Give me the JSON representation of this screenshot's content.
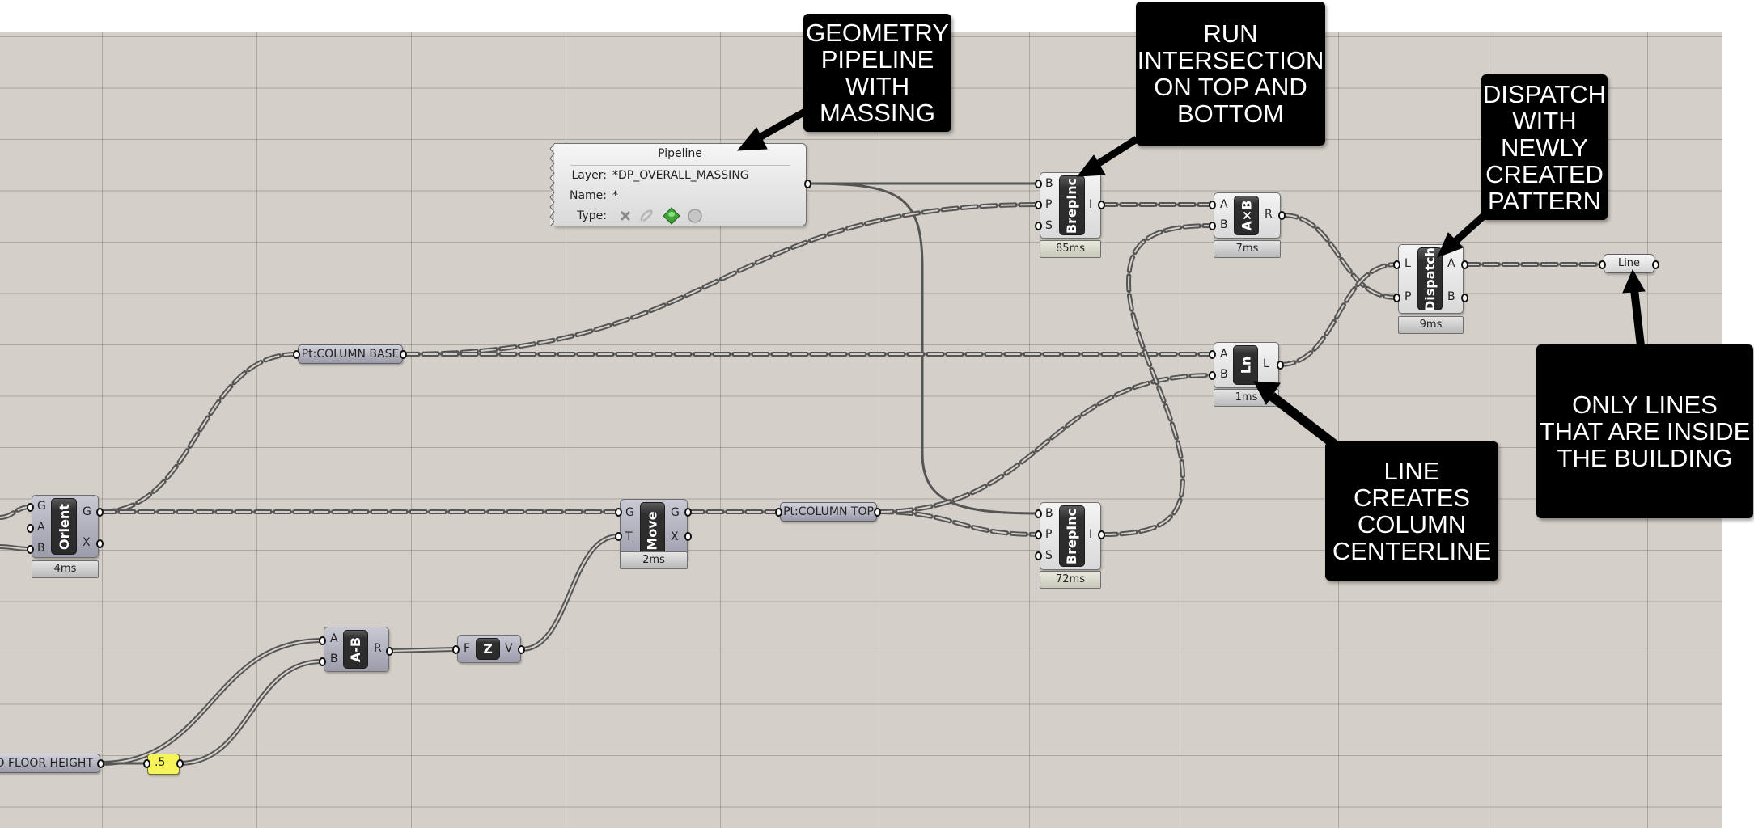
{
  "canvas": {
    "background_color": "#d4cfc8",
    "grid_color": "#a9a49e",
    "wire_color": "#555555"
  },
  "callouts": [
    {
      "id": "geometry-pipeline",
      "text": "GEOMETRY PIPELINE WITH MASSING",
      "lines": [
        "GEOMETRY",
        "PIPELINE",
        "WITH",
        "MASSING"
      ]
    },
    {
      "id": "run-intersection",
      "text": "RUN INTERSECTION ON TOP AND BOTTOM",
      "lines": [
        "RUN",
        "INTERSECTION",
        "ON TOP AND",
        "BOTTOM"
      ]
    },
    {
      "id": "dispatch-pattern",
      "text": "DISPATCH WITH NEWLY CREATED PATTERN",
      "lines": [
        "DISPATCH",
        "WITH",
        "NEWLY",
        "CREATED",
        "PATTERN"
      ]
    },
    {
      "id": "line-centerline",
      "text": "LINE CREATES COLUMN CENTERLINE",
      "lines": [
        "LINE",
        "CREATES",
        "COLUMN",
        "CENTERLINE"
      ]
    },
    {
      "id": "only-lines-inside",
      "text": "ONLY LINES THAT ARE INSIDE THE BUILDING",
      "lines": [
        "ONLY LINES",
        "THAT ARE INSIDE",
        "THE BUILDING"
      ]
    }
  ],
  "pipeline": {
    "title": "Pipeline",
    "layer_label": "Layer:",
    "layer_value": "*DP_OVERALL_MASSING",
    "name_label": "Name:",
    "name_value": "*",
    "type_label": "Type:",
    "type_icons": [
      "point-icon-disabled",
      "curve-icon-disabled",
      "brep-icon-active",
      "mesh-icon-disabled"
    ]
  },
  "components": {
    "brepinc_top": {
      "name": "BrepInc",
      "inputs": [
        "B",
        "P",
        "S"
      ],
      "outputs": [
        "I"
      ],
      "timing": "85ms"
    },
    "brepinc_bottom": {
      "name": "BrepInc",
      "inputs": [
        "B",
        "P",
        "S"
      ],
      "outputs": [
        "I"
      ],
      "timing": "72ms"
    },
    "multiply": {
      "name": "A×B",
      "inputs": [
        "A",
        "B"
      ],
      "outputs": [
        "R"
      ],
      "timing": "7ms"
    },
    "dispatch": {
      "name": "Dispatch",
      "inputs": [
        "L",
        "P"
      ],
      "outputs": [
        "A",
        "B"
      ],
      "timing": "9ms"
    },
    "line": {
      "name": "Ln",
      "inputs": [
        "A",
        "B"
      ],
      "outputs": [
        "L"
      ],
      "timing": "1ms"
    },
    "orient": {
      "name": "Orient",
      "inputs": [
        "G",
        "A",
        "B"
      ],
      "outputs": [
        "G",
        "X"
      ],
      "timing": "4ms"
    },
    "move": {
      "name": "Move",
      "inputs": [
        "G",
        "T"
      ],
      "outputs": [
        "G",
        "X"
      ],
      "timing": "2ms"
    },
    "subtract": {
      "name": "A-B",
      "inputs": [
        "A",
        "B"
      ],
      "outputs": [
        "R"
      ]
    },
    "unit_z": {
      "name": "Z",
      "inputs": [
        "F"
      ],
      "outputs": [
        "V"
      ]
    }
  },
  "params": {
    "column_base": "Pt:COLUMN BASE",
    "column_top": "Pt:COLUMN TOP",
    "line_out": "Line",
    "floor_height": "TO FLOOR HEIGHT"
  },
  "slider": {
    "value": ".5"
  }
}
